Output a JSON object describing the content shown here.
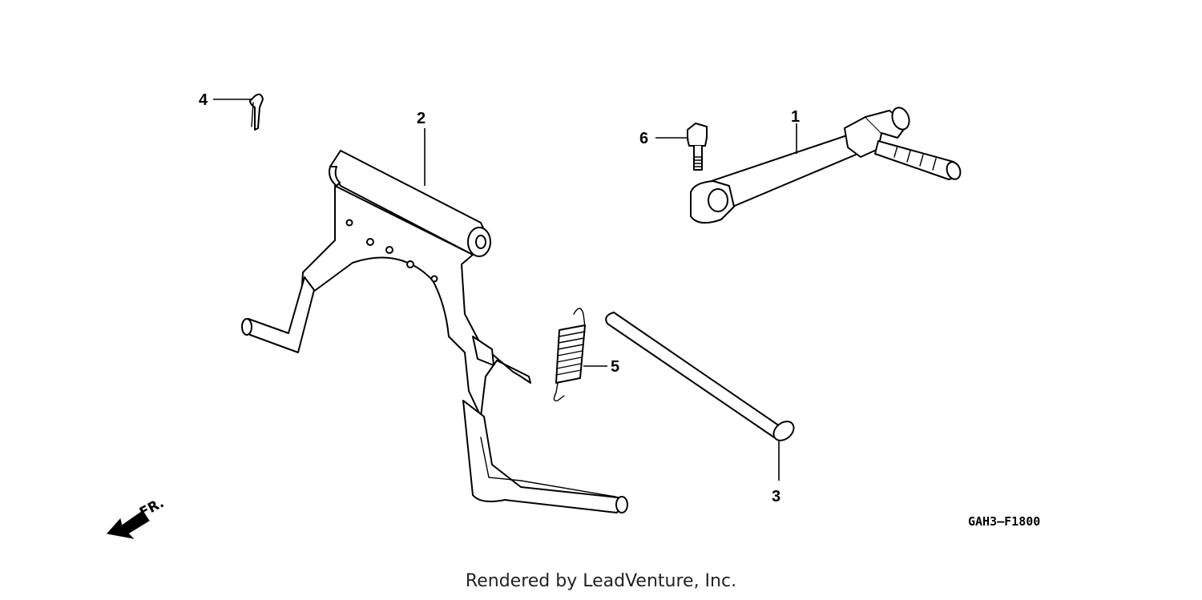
{
  "diagram": {
    "callouts": [
      {
        "id": "1",
        "label": "1"
      },
      {
        "id": "2",
        "label": "2"
      },
      {
        "id": "3",
        "label": "3"
      },
      {
        "id": "4",
        "label": "4"
      },
      {
        "id": "5",
        "label": "5"
      },
      {
        "id": "6",
        "label": "6"
      }
    ],
    "drawing_code": "GAH3—F1800",
    "direction_label": "FR."
  },
  "footer": {
    "text": "Rendered by LeadVenture, Inc."
  }
}
